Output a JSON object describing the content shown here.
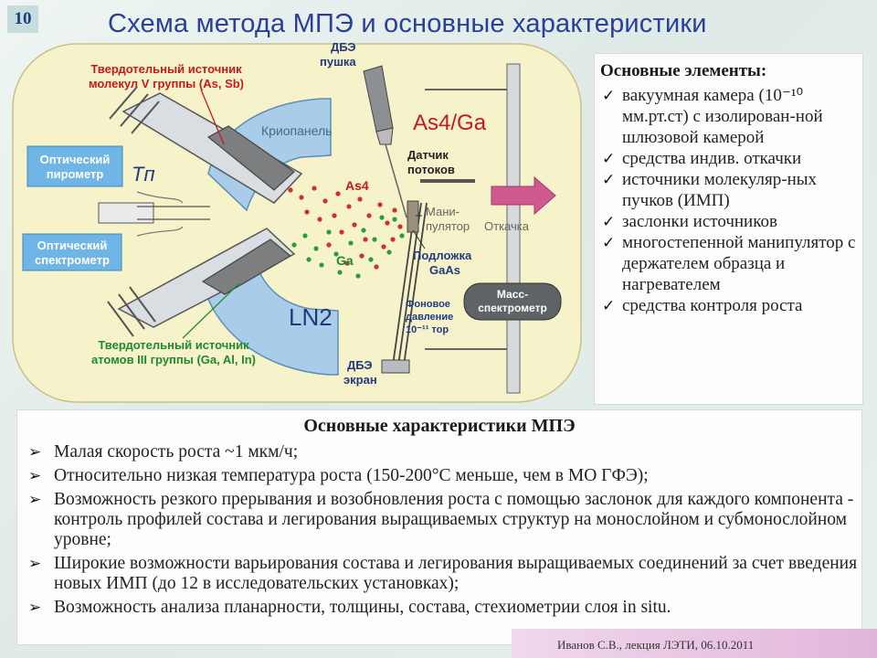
{
  "slide": {
    "number": "10",
    "title": "Схема метода МПЭ и основные характеристики"
  },
  "diagram": {
    "labels": {
      "solid_source_v": "Твердотельный источник",
      "solid_source_v_2": "молекул V группы (As, Sb)",
      "optical_pyrometer": "Оптический",
      "optical_pyrometer_2": "пирометр",
      "optical_spectrometer": "Оптический",
      "optical_spectrometer_2": "спектрометр",
      "temp_symbol": "Tп",
      "cryopanel": "Криопанель",
      "ln2": "LN2",
      "solid_source_iii": "Твердотельный источник",
      "solid_source_iii_2": "атомов III группы (Ga, Al, In)",
      "rheed_gun": "ДБЭ",
      "rheed_gun_2": "пушка",
      "as4_ga": "As4/Ga",
      "flux_sensor": "Датчик",
      "flux_sensor_2": "потоков",
      "as_label": "As4",
      "ga_label": "Ga",
      "manipulator": "Мани-",
      "manipulator_2": "пулятор",
      "pumping": "Откачка",
      "substrate": "Подложка",
      "substrate_2": "GaAs",
      "mass_spectrometer": "Масс-",
      "mass_spectrometer_2": "спектрометр",
      "background_pressure": "Фоновое",
      "background_pressure_2": "давление",
      "background_pressure_3": "10⁻¹¹ тор",
      "rheed_screen": "ДБЭ",
      "rheed_screen_2": "экран"
    },
    "colors": {
      "chamber": "#f6f2c9",
      "cryopanel": "#a9cde9",
      "source_label": "#c41a1a",
      "source_iii_label": "#1f8a2a",
      "as_dots": "#d0302a",
      "ga_dots": "#2f9a3c",
      "arrow": "#cf5a8e"
    }
  },
  "elements": {
    "heading": "Основные элементы:",
    "items": [
      "вакуумная камера (10⁻¹⁰ мм.рт.ст) с изолирован-ной шлюзовой камерой",
      "средства индив. откачки",
      "источники молекуляр-ных пучков (ИМП)",
      "заслонки источников",
      "многостепенной манипулятор с держателем образца и нагревателем",
      "средства контроля роста"
    ]
  },
  "characteristics": {
    "heading": "Основные характеристики МПЭ",
    "items": [
      "Малая скорость роста ~1 мкм/ч;",
      "Относительно низкая температура роста (150-200°С меньше, чем в МО ГФЭ);",
      "Возможность резкого прерывания и возобновления роста с помощью заслонок для каждого компонента - контроль профилей состава и легирования выращиваемых структур на монослойном и субмонослойном уровне;",
      "Широкие возможности варьирования состава и легирования выращиваемых соединений за счет введения новых ИМП (до 12 в исследовательских установках);",
      "Возможность анализа планарности, толщины, состава, стехиометрии слоя in situ."
    ]
  },
  "footer": {
    "text": "Иванов С.В., лекция ЛЭТИ, 06.10.2011"
  }
}
